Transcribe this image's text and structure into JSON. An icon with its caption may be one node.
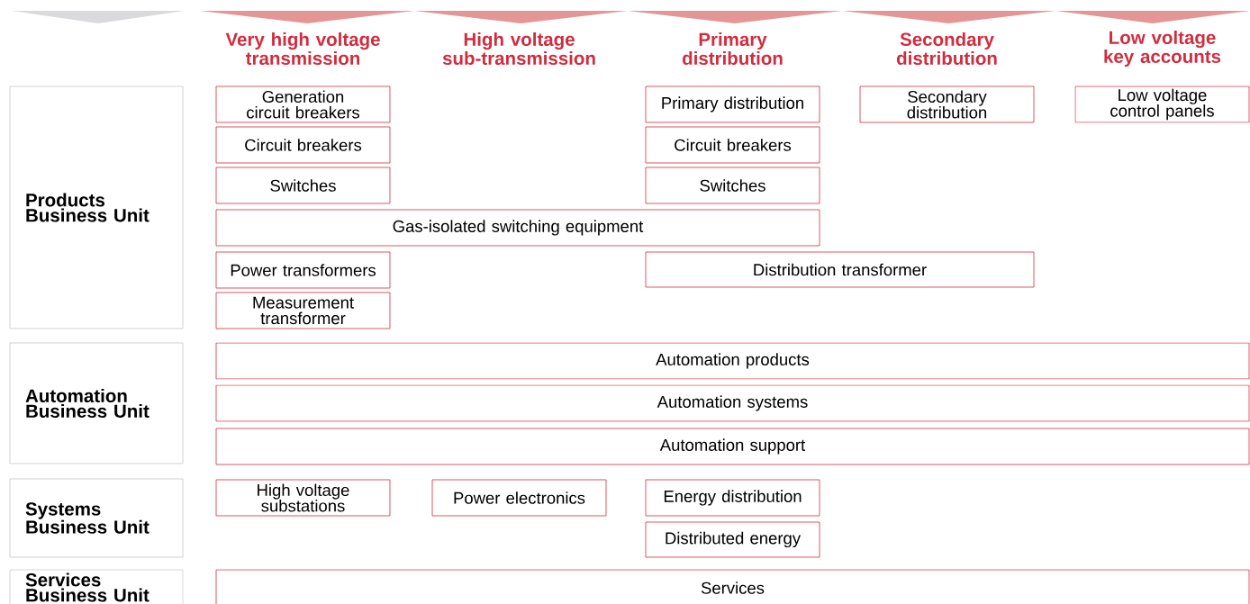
{
  "diagram": {
    "nodes": [
      {
        "text": [
          "Products Business Unit"
        ]
      },
      {
        "text": [
          "Generation circuit breakers"
        ]
      },
      {
        "text": [
          "Primary distribution"
        ]
      },
      {
        "text": [
          "Secondary distribution"
        ]
      },
      {
        "text": [
          "Low voltage control panels"
        ]
      },
      {
        "text": [
          "Circuit breakers"
        ]
      },
      {
        "text": [
          "Circuit breakers"
        ]
      },
      {
        "text": [
          "Switches"
        ]
      },
      {
        "text": [
          "Switches"
        ]
      },
      {
        "text": [
          "Gas-isolated switching equipment"
        ]
      },
      {
        "text": [
          "Power transformers"
        ]
      },
      {
        "text": [
          "Distribution transformer"
        ]
      },
      {
        "text": [
          "Measurement transformer"
        ]
      },
      {
        "text": [
          "Automation Business Unit"
        ]
      },
      {
        "text": [
          "Automation products"
        ]
      },
      {
        "text": [
          "Automation systems"
        ]
      },
      {
        "text": [
          "Automation support"
        ]
      },
      {
        "text": [
          "Systems Business Unit"
        ]
      },
      {
        "text": [
          "High voltage substations"
        ]
      },
      {
        "text": [
          "Power electronics"
        ]
      },
      {
        "text": [
          "Energy distribution"
        ]
      },
      {
        "text": [
          "Distributed energy"
        ]
      },
      {
        "text": [
          "Services Business Unit"
        ]
      },
      {
        "text": [
          "Services"
        ]
      }
    ],
    "labels": [
      "Very high voltage transmission",
      "High voltage sub-transmission",
      "Primary distribution",
      "Secondary distribution",
      "Low voltage key accounts"
    ]
  }
}
